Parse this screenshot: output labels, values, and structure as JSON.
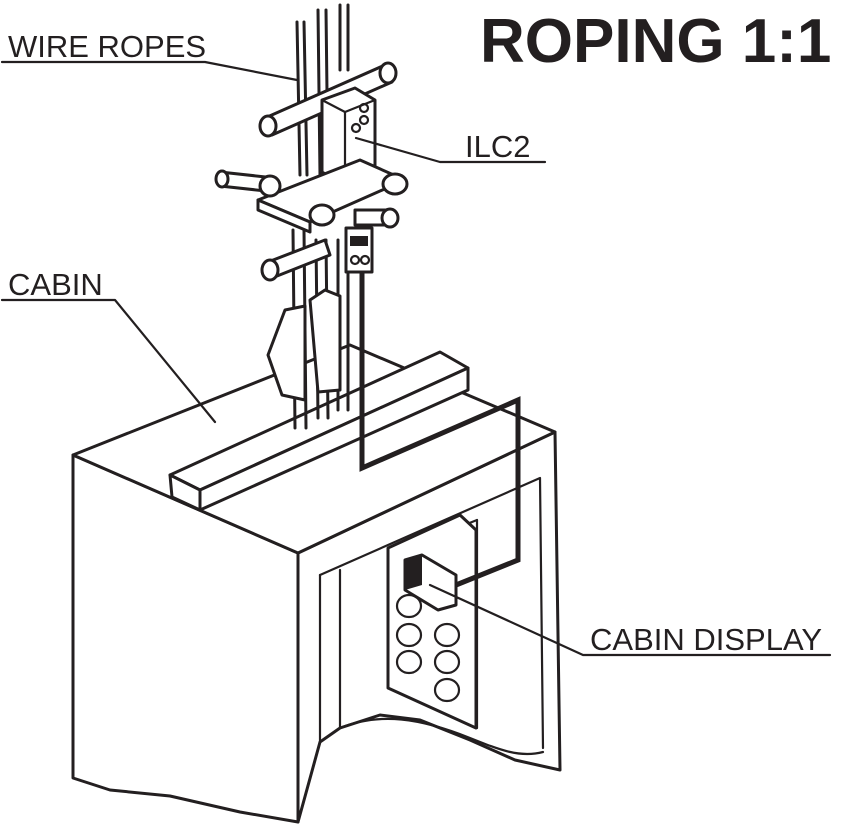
{
  "title": "ROPING 1:1",
  "labels": {
    "wire_ropes": "WIRE ROPES",
    "ilc2": "ILC2",
    "cabin": "CABIN",
    "cabin_display": "CABIN DISPLAY"
  }
}
